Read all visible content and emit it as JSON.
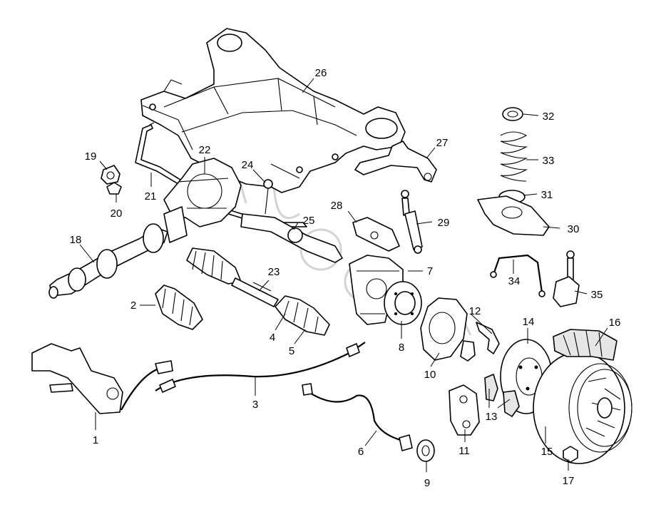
{
  "diagram": {
    "callouts": [
      {
        "id": "1",
        "label": "1"
      },
      {
        "id": "2",
        "label": "2"
      },
      {
        "id": "3",
        "label": "3"
      },
      {
        "id": "4",
        "label": "4"
      },
      {
        "id": "5",
        "label": "5"
      },
      {
        "id": "6",
        "label": "6"
      },
      {
        "id": "7",
        "label": "7"
      },
      {
        "id": "8",
        "label": "8"
      },
      {
        "id": "9",
        "label": "9"
      },
      {
        "id": "10",
        "label": "10"
      },
      {
        "id": "11",
        "label": "11"
      },
      {
        "id": "12",
        "label": "12"
      },
      {
        "id": "13",
        "label": "13"
      },
      {
        "id": "14",
        "label": "14"
      },
      {
        "id": "15",
        "label": "15"
      },
      {
        "id": "16",
        "label": "16"
      },
      {
        "id": "17",
        "label": "17"
      },
      {
        "id": "18",
        "label": "18"
      },
      {
        "id": "19",
        "label": "19"
      },
      {
        "id": "20",
        "label": "20"
      },
      {
        "id": "21",
        "label": "21"
      },
      {
        "id": "22",
        "label": "22"
      },
      {
        "id": "23",
        "label": "23"
      },
      {
        "id": "24",
        "label": "24"
      },
      {
        "id": "25",
        "label": "25"
      },
      {
        "id": "26",
        "label": "26"
      },
      {
        "id": "27",
        "label": "27"
      },
      {
        "id": "28",
        "label": "28"
      },
      {
        "id": "29",
        "label": "29"
      },
      {
        "id": "30",
        "label": "30"
      },
      {
        "id": "31",
        "label": "31"
      },
      {
        "id": "32",
        "label": "32"
      },
      {
        "id": "33",
        "label": "33"
      },
      {
        "id": "34",
        "label": "34"
      },
      {
        "id": "35a",
        "label": "35"
      }
    ]
  }
}
